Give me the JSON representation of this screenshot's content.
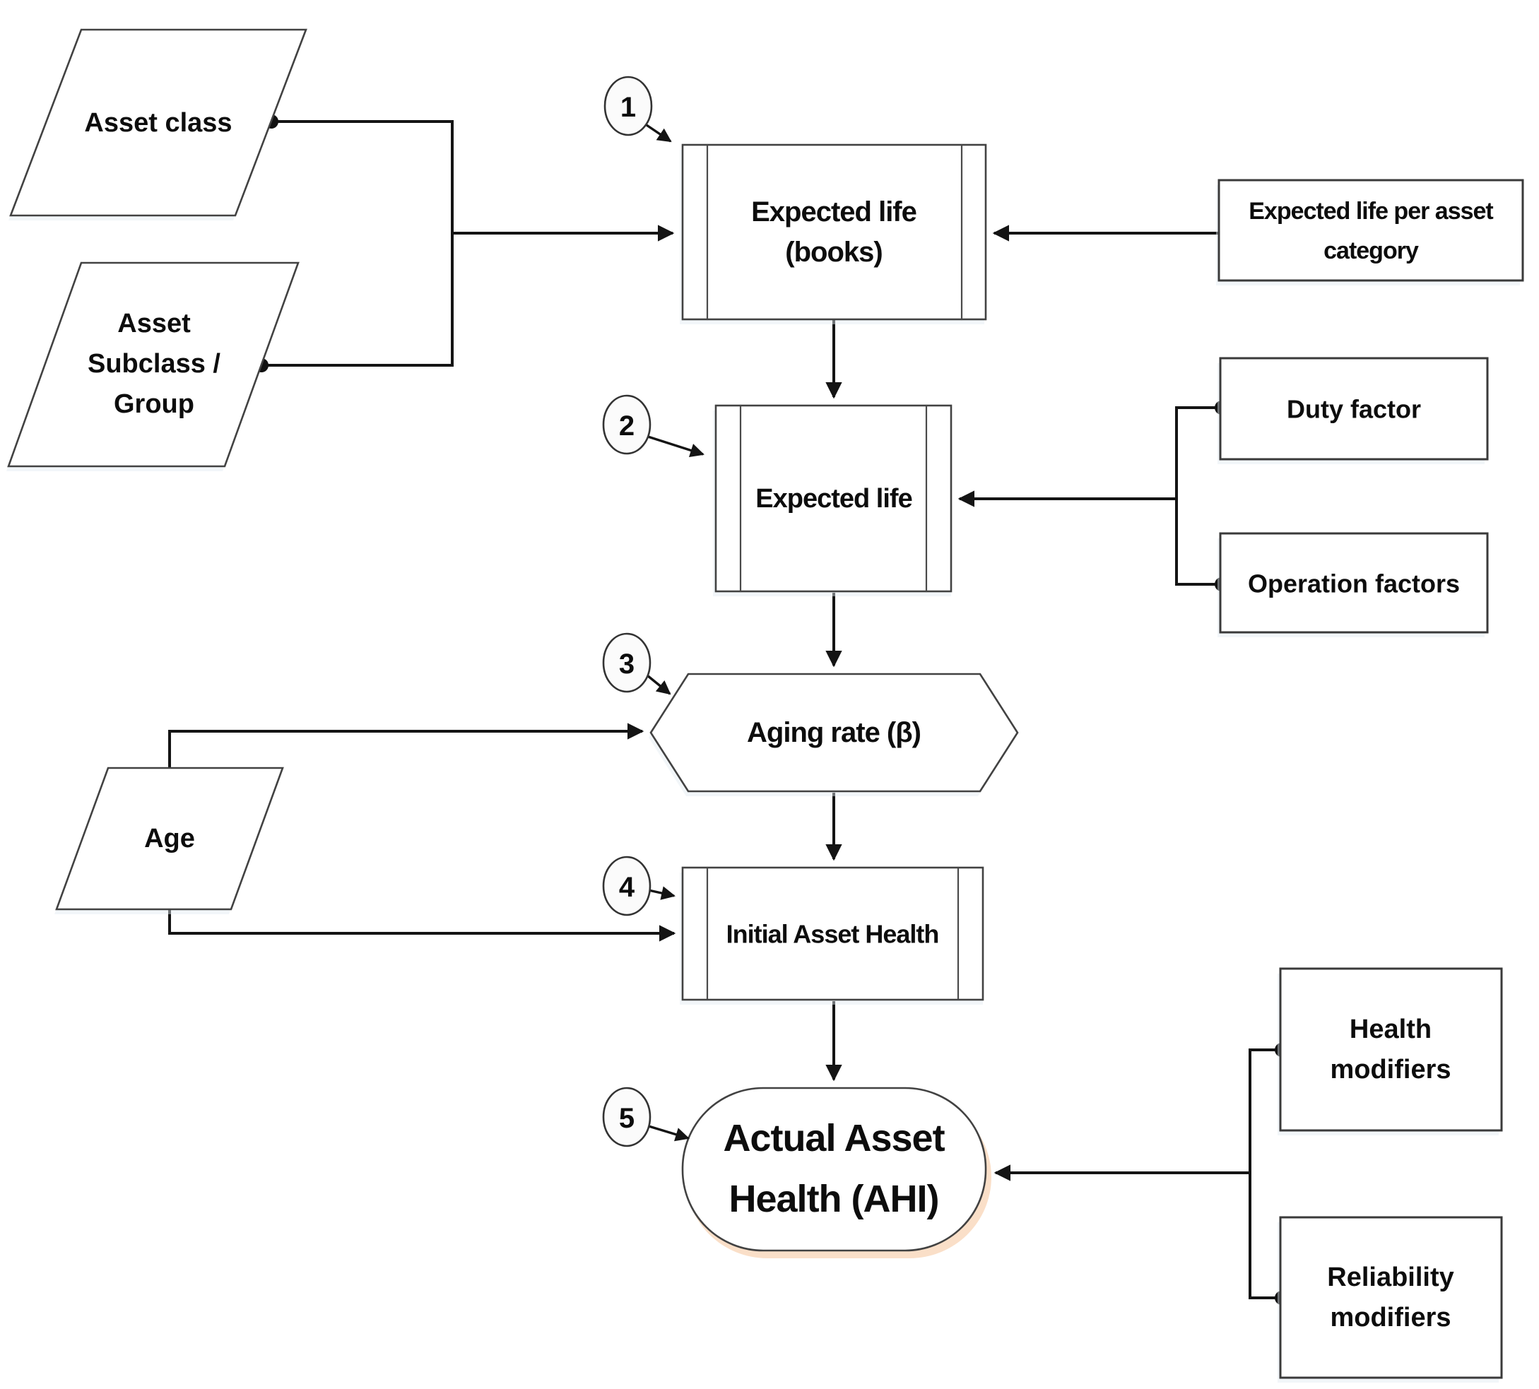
{
  "diagram": {
    "type": "flowchart",
    "steps": [
      {
        "number": "1",
        "points_to": "Expected life (books)"
      },
      {
        "number": "2",
        "points_to": "Expected life"
      },
      {
        "number": "3",
        "points_to": "Aging rate (β)"
      },
      {
        "number": "4",
        "points_to": "Initial Asset Health"
      },
      {
        "number": "5",
        "points_to": "Actual Asset Health (AHI)"
      }
    ],
    "nodes": {
      "asset_class": {
        "shape": "parallelogram",
        "label": "Asset class"
      },
      "asset_subclass": {
        "shape": "parallelogram",
        "lines": [
          "Asset",
          "Subclass /",
          "Group"
        ]
      },
      "age": {
        "shape": "parallelogram",
        "label": "Age"
      },
      "expected_life_books": {
        "shape": "predefined-process",
        "lines": [
          "Expected life",
          "(books)"
        ]
      },
      "expected_life": {
        "shape": "predefined-process",
        "label": "Expected life"
      },
      "aging_rate": {
        "shape": "hexagon",
        "label": "Aging rate (β)"
      },
      "initial_asset_health": {
        "shape": "predefined-process",
        "label": "Initial Asset Health"
      },
      "actual_asset_health": {
        "shape": "stadium",
        "lines": [
          "Actual Asset",
          "Health (AHI)"
        ]
      },
      "expected_life_per_asset_category": {
        "shape": "rectangle",
        "lines": [
          "Expected life per asset",
          "category"
        ]
      },
      "duty_factor": {
        "shape": "rectangle",
        "label": "Duty factor"
      },
      "operation_factors": {
        "shape": "rectangle",
        "label": "Operation factors"
      },
      "health_modifiers": {
        "shape": "rectangle",
        "lines": [
          "Health",
          "modifiers"
        ]
      },
      "reliability_modifiers": {
        "shape": "rectangle",
        "lines": [
          "Reliability",
          "modifiers"
        ]
      }
    },
    "edges": [
      {
        "from": "asset_class",
        "to": "expected_life_books"
      },
      {
        "from": "asset_subclass",
        "to": "expected_life_books"
      },
      {
        "from": "expected_life_per_asset_category",
        "to": "expected_life_books"
      },
      {
        "from": "expected_life_books",
        "to": "expected_life"
      },
      {
        "from": "duty_factor",
        "to": "expected_life"
      },
      {
        "from": "operation_factors",
        "to": "expected_life"
      },
      {
        "from": "expected_life",
        "to": "aging_rate"
      },
      {
        "from": "age",
        "to": "aging_rate"
      },
      {
        "from": "aging_rate",
        "to": "initial_asset_health"
      },
      {
        "from": "age",
        "to": "initial_asset_health"
      },
      {
        "from": "initial_asset_health",
        "to": "actual_asset_health"
      },
      {
        "from": "health_modifiers",
        "to": "actual_asset_health"
      },
      {
        "from": "reliability_modifiers",
        "to": "actual_asset_health"
      }
    ],
    "colors": {
      "background": "#ffffff",
      "shape_fill": "#ffffff",
      "shape_stroke": "#424242",
      "connector": "#141414",
      "text": "#0d0d0d",
      "stadium_glow": "#f6c9a3"
    }
  }
}
